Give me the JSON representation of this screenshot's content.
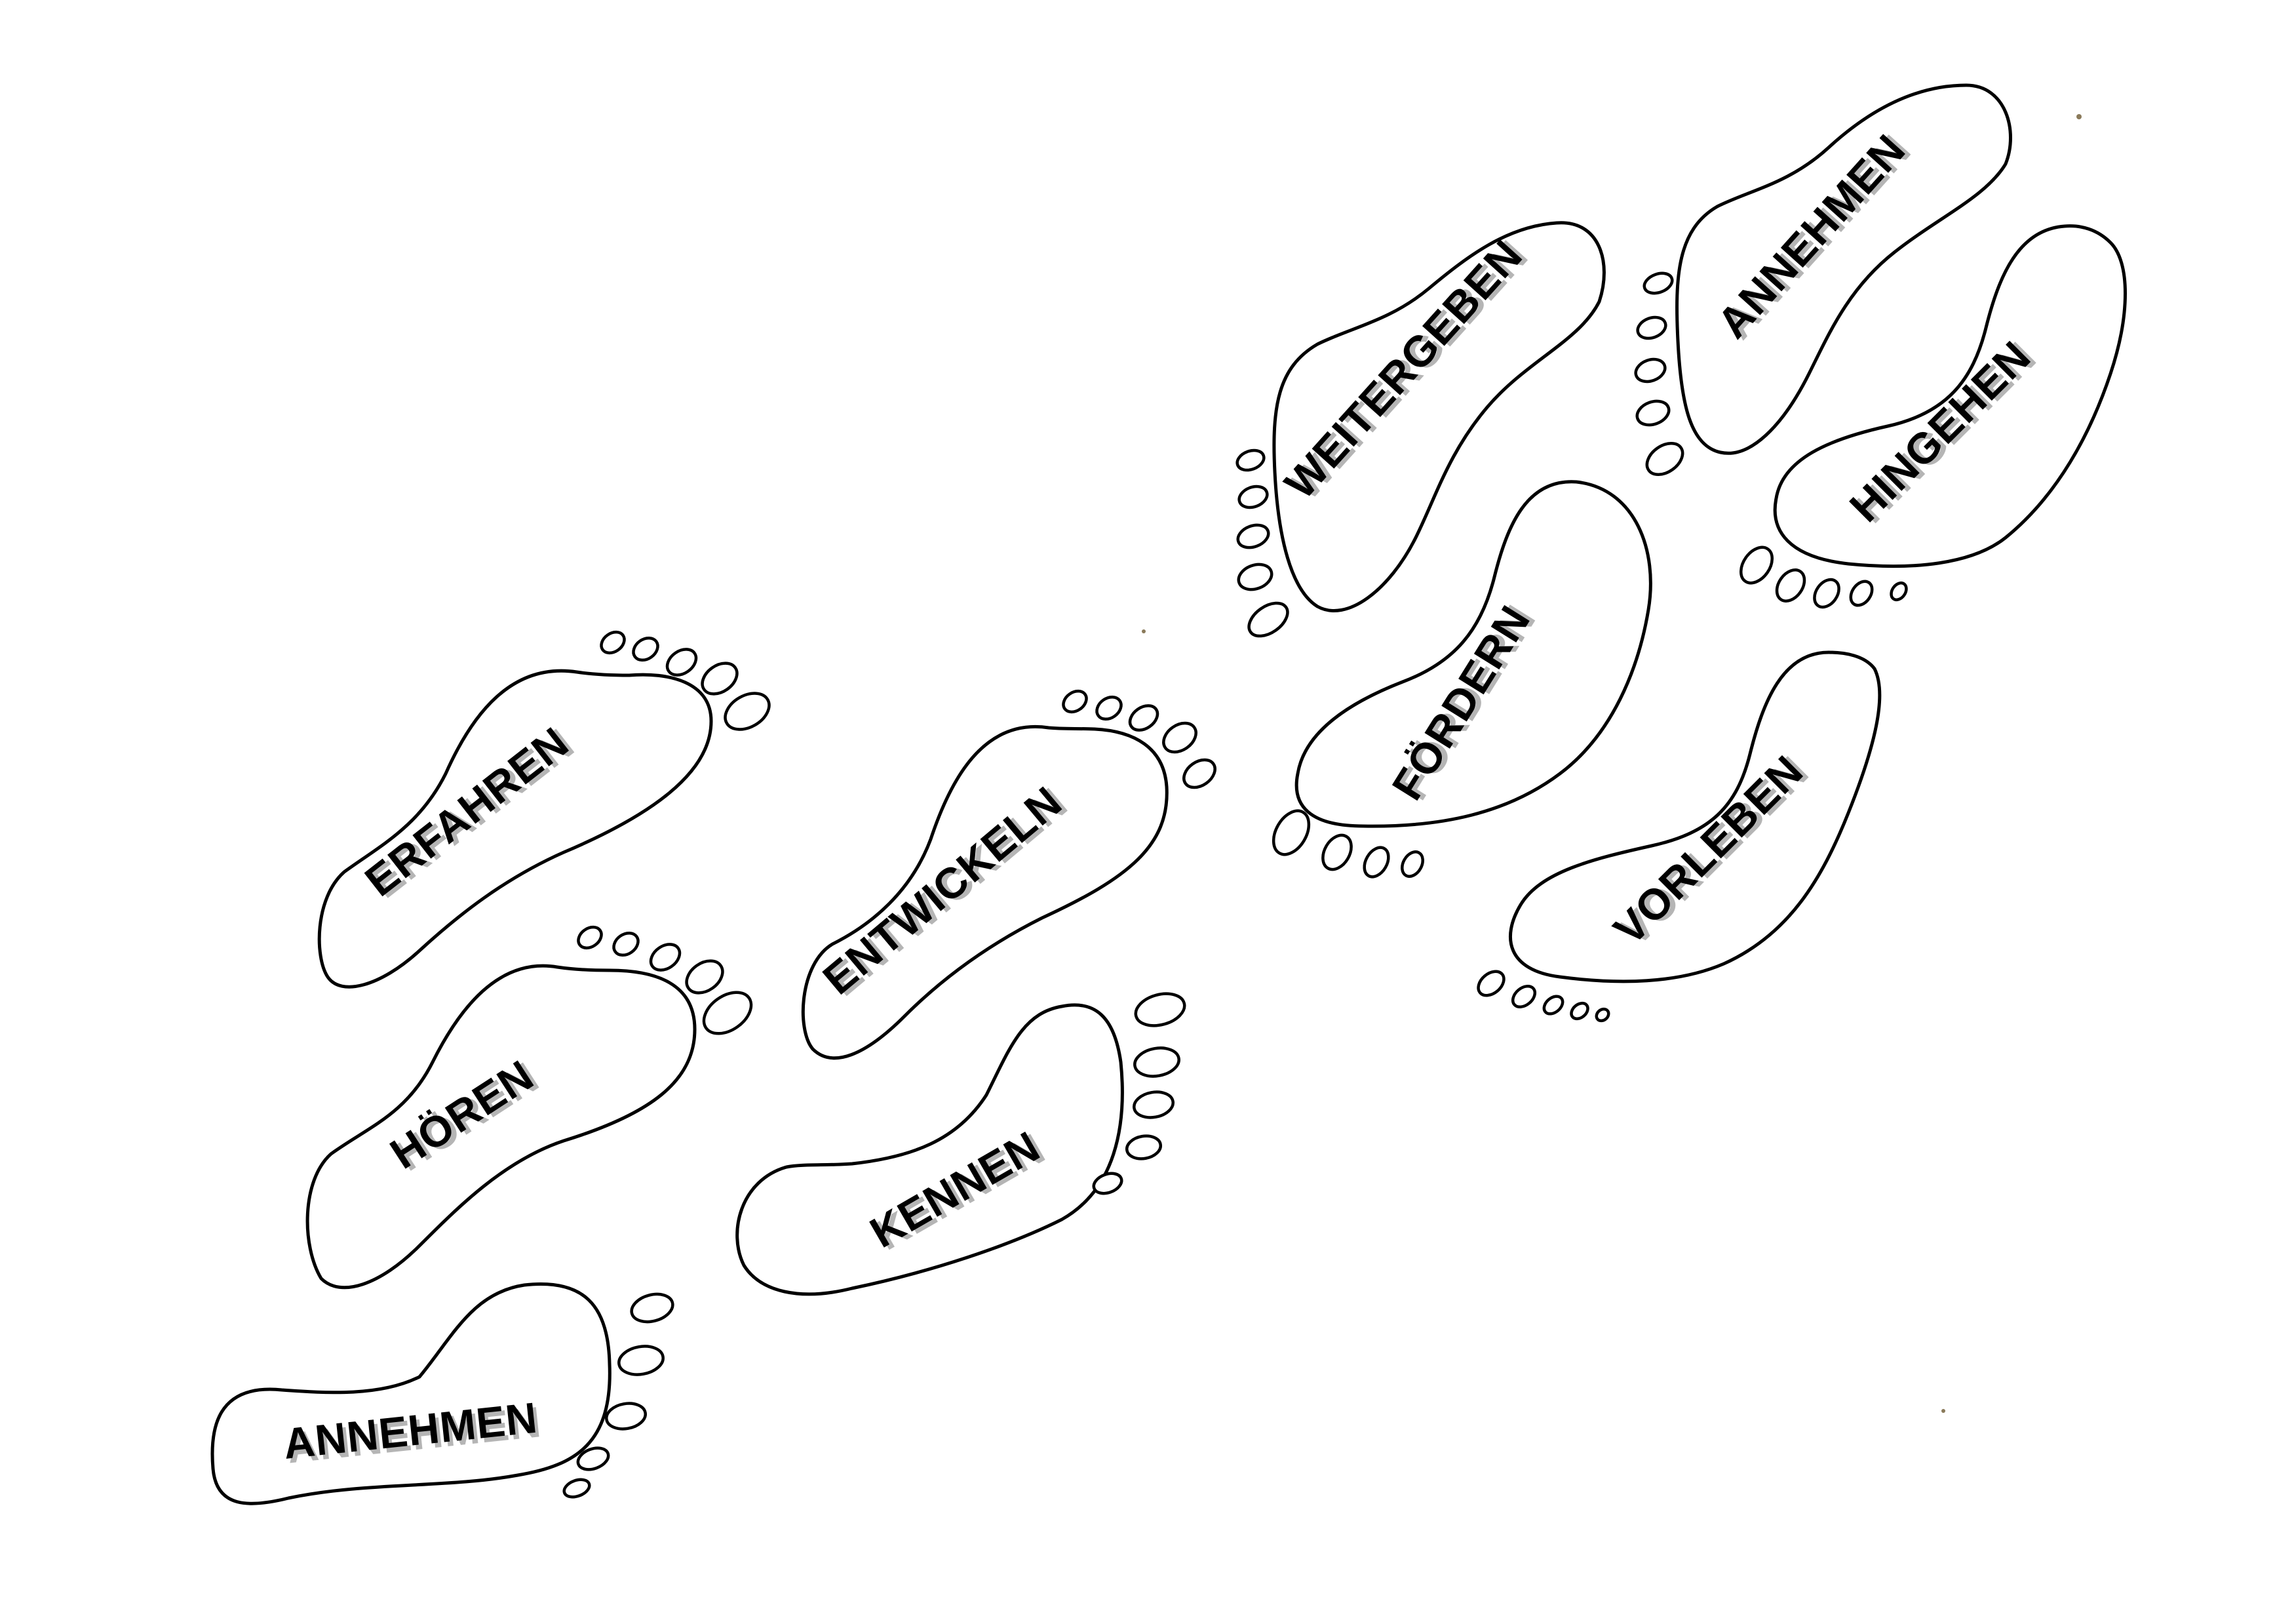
{
  "footprints": [
    {
      "id": "annehmen-bottom",
      "label": "ANNEHMEN"
    },
    {
      "id": "hoeren",
      "label": "HÖREN"
    },
    {
      "id": "erfahren",
      "label": "ERFAHREN"
    },
    {
      "id": "kennen",
      "label": "KENNEN"
    },
    {
      "id": "entwickeln",
      "label": "ENTWICKELN"
    },
    {
      "id": "foerdern",
      "label": "FÖRDERN"
    },
    {
      "id": "weitergeben",
      "label": "WEITERGEBEN"
    },
    {
      "id": "vorleben",
      "label": "VORLEBEN"
    },
    {
      "id": "hingehen",
      "label": "HINGEHEN"
    },
    {
      "id": "annehmen-top",
      "label": "ANNEHMEN"
    }
  ],
  "colors": {
    "outline": "#000000",
    "paper": "#ffffff",
    "text": "#000000"
  }
}
